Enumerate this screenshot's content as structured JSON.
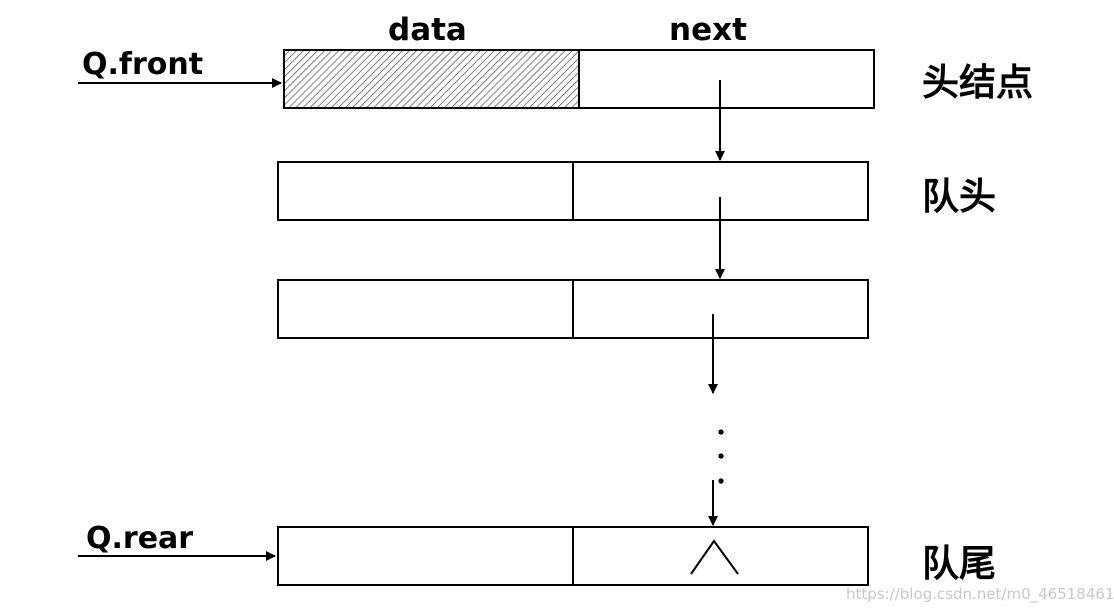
{
  "columns": {
    "data": "data",
    "next": "next"
  },
  "pointers": {
    "front": "Q.front",
    "rear": "Q.rear"
  },
  "row_labels": {
    "head_node": "头结点",
    "queue_head": "队头",
    "queue_tail": "队尾"
  },
  "watermark": "https://blog.csdn.net/m0_46518461",
  "colors": {
    "stroke": "#000000",
    "hatch": "#4a4a4a",
    "background": "#ffffff"
  }
}
